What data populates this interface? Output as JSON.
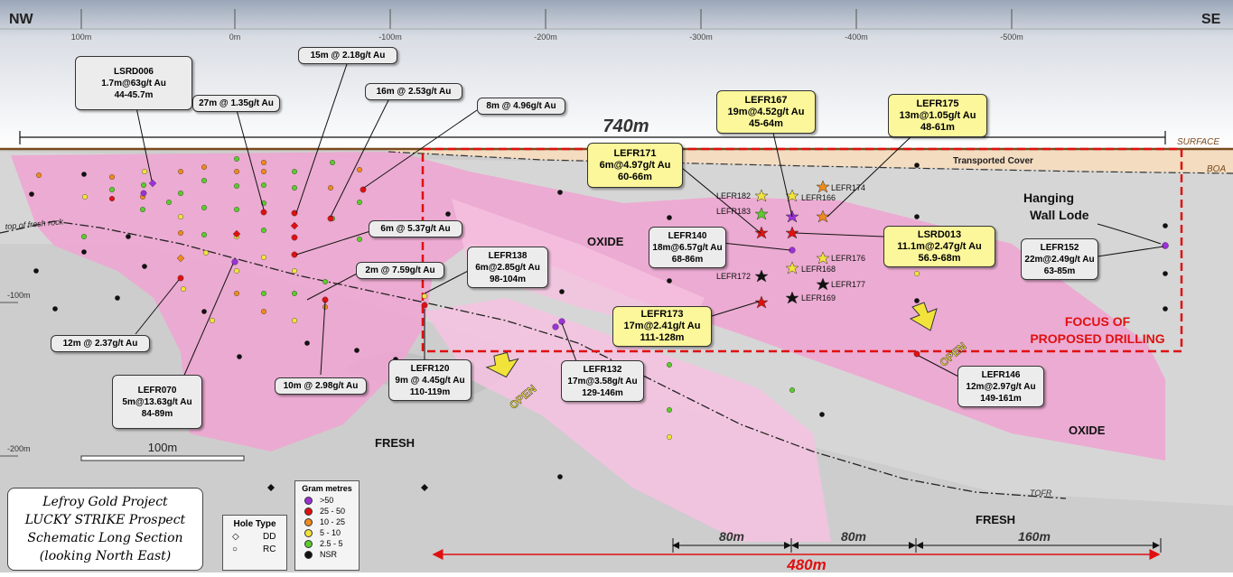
{
  "orientation": {
    "left": "NW",
    "right": "SE"
  },
  "ruler": {
    "ticks": [
      "100m",
      "0m",
      "-100m",
      "-200m",
      "-300m",
      "-400m",
      "-500m"
    ]
  },
  "depth_labels": [
    "-100m",
    "-200m"
  ],
  "scale_bar": "100m",
  "span_labels": {
    "top": "740m",
    "bottom": "480m",
    "seg1": "80m",
    "seg2": "80m",
    "seg3": "160m"
  },
  "zones": {
    "surface": "SURFACE",
    "boa": "BOA",
    "transported_cover": "Transported Cover",
    "top_fresh_rock": "top of fresh rock",
    "tofr": "TOFR",
    "oxide_left": "OXIDE",
    "oxide_right": "OXIDE",
    "fresh_left": "FRESH",
    "fresh_right": "FRESH",
    "hanging_wall_1": "Hanging",
    "hanging_wall_2": "Wall Lode",
    "focus_1": "FOCUS OF",
    "focus_2": "PROPOSED DRILLING",
    "open": "OPEN"
  },
  "callouts_grey": [
    {
      "lines": [
        "LSRD006",
        "1.7m@63g/t Au",
        "44-45.7m"
      ]
    },
    {
      "lines": [
        "27m @ 1.35g/t Au"
      ]
    },
    {
      "lines": [
        "15m @ 2.18g/t Au"
      ]
    },
    {
      "lines": [
        "16m @ 2.53g/t Au"
      ]
    },
    {
      "lines": [
        "8m @ 4.96g/t Au"
      ]
    },
    {
      "lines": [
        "6m @ 5.37g/t Au"
      ]
    },
    {
      "lines": [
        "2m @ 7.59g/t Au"
      ]
    },
    {
      "lines": [
        "12m @ 2.37g/t Au"
      ]
    },
    {
      "lines": [
        "LEFR070",
        "5m@13.63g/t Au",
        "84-89m"
      ]
    },
    {
      "lines": [
        "10m @ 2.98g/t Au"
      ]
    },
    {
      "lines": [
        "LEFR138",
        "6m@2.85g/t Au",
        "98-104m"
      ]
    },
    {
      "lines": [
        "LEFR120",
        "9m @ 4.45g/t Au",
        "110-119m"
      ]
    },
    {
      "lines": [
        "LEFR132",
        "17m@3.58g/t Au",
        "129-146m"
      ]
    },
    {
      "lines": [
        "LEFR140",
        "18m@6.57g/t Au",
        "68-86m"
      ]
    },
    {
      "lines": [
        "LEFR152",
        "22m@2.49g/t Au",
        "63-85m"
      ]
    },
    {
      "lines": [
        "LEFR146",
        "12m@2.97g/t Au",
        "149-161m"
      ]
    }
  ],
  "callouts_yellow": [
    {
      "lines": [
        "LEFR167",
        "19m@4.52g/t Au",
        "45-64m"
      ]
    },
    {
      "lines": [
        "LEFR175",
        "13m@1.05g/t Au",
        "48-61m"
      ]
    },
    {
      "lines": [
        "LEFR171",
        "6m@4.97g/t Au",
        "60-66m"
      ]
    },
    {
      "lines": [
        "LSRD013",
        "11.1m@2.47g/t Au",
        "56.9-68m"
      ]
    },
    {
      "lines": [
        "LEFR173",
        "17m@2.41g/t Au",
        "111-128m"
      ]
    }
  ],
  "hole_labels": [
    "LEFR182",
    "LEFR183",
    "LEFR166",
    "LEFR174",
    "LEFR172",
    "LEFR176",
    "LEFR168",
    "LEFR177",
    "LEFR169"
  ],
  "hole_type_legend": {
    "title": "Hole Type",
    "items": [
      {
        "symbol": "◇",
        "label": "DD"
      },
      {
        "symbol": "○",
        "label": "RC"
      }
    ]
  },
  "gram_legend": {
    "title": "Gram metres",
    "items": [
      {
        "label": ">50",
        "color": "#9b30d9"
      },
      {
        "label": "25 - 50",
        "color": "#e01010"
      },
      {
        "label": "10 - 25",
        "color": "#f08a1c"
      },
      {
        "label": "5 - 10",
        "color": "#f2e33a"
      },
      {
        "label": "2.5 - 5",
        "color": "#5ccb2c"
      },
      {
        "label": "NSR",
        "color": "#111111"
      }
    ]
  },
  "title_block": [
    "Lefroy Gold Project",
    "LUCKY STRIKE Prospect",
    "Schematic Long Section",
    "(looking North East)"
  ],
  "colors": {
    "pink": "#f0a3d1",
    "grey": "#cdcdcd",
    "cover": "#f3dcc0",
    "focus": "#e01010",
    "callout_yellow": "#fbf79a"
  }
}
